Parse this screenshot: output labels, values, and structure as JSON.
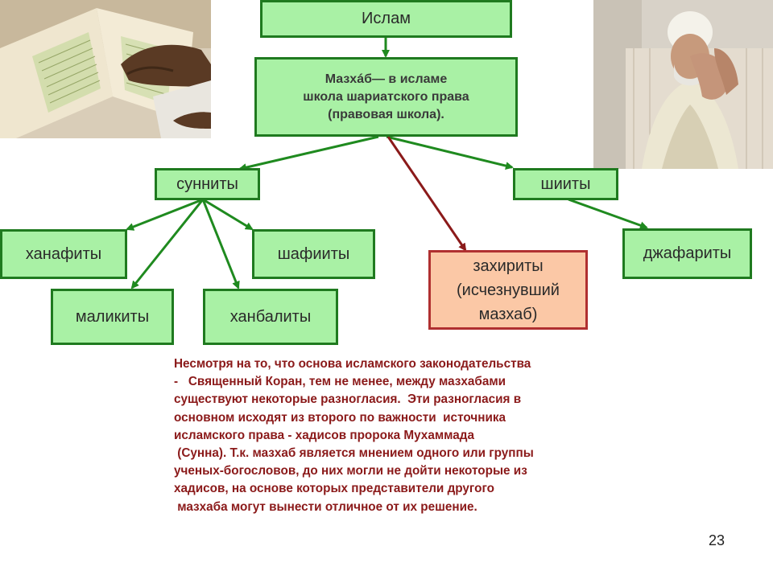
{
  "diagram": {
    "root": "Ислам",
    "definition": [
      "Мазхáб— в исламе",
      "школа шариатского права",
      "(правовая школа)."
    ],
    "branches": {
      "sunni": "сунниты",
      "shia": "шииты"
    },
    "schools": {
      "hanafi": "ханафиты",
      "shafii": "шафииты",
      "maliki": "маликиты",
      "hanbali": "ханбалиты",
      "jafari": "джафариты"
    },
    "extinct": [
      "захириты",
      "(исчезнувший",
      "мазхаб)"
    ]
  },
  "note_lines": [
    "Несмотря на то, что основа исламского законодательства",
    "-   Священный Коран, тем не менее, между мазхабами",
    "существуют некоторые разногласия.  Эти разногласия в",
    "основном исходят из второго по важности  источника",
    "исламского права - хадисов пророка Мухаммада",
    " (Сунна). Т.к. мазхаб является мнением одного или группы",
    "ученых-богословов, до них могли не дойти некоторые из",
    "хадисов, на основе которых представители другого",
    " мазхаба могут вынести отличное от их решение."
  ],
  "page_number": "23",
  "colors": {
    "box_fill": "#a9f1a5",
    "box_border": "#1f7a1f",
    "extinct_fill": "#fbc8a6",
    "extinct_border": "#b03030",
    "green_arrow": "#1f8a1f",
    "red_arrow": "#8b1a1a",
    "note_text": "#8b1a1a"
  }
}
